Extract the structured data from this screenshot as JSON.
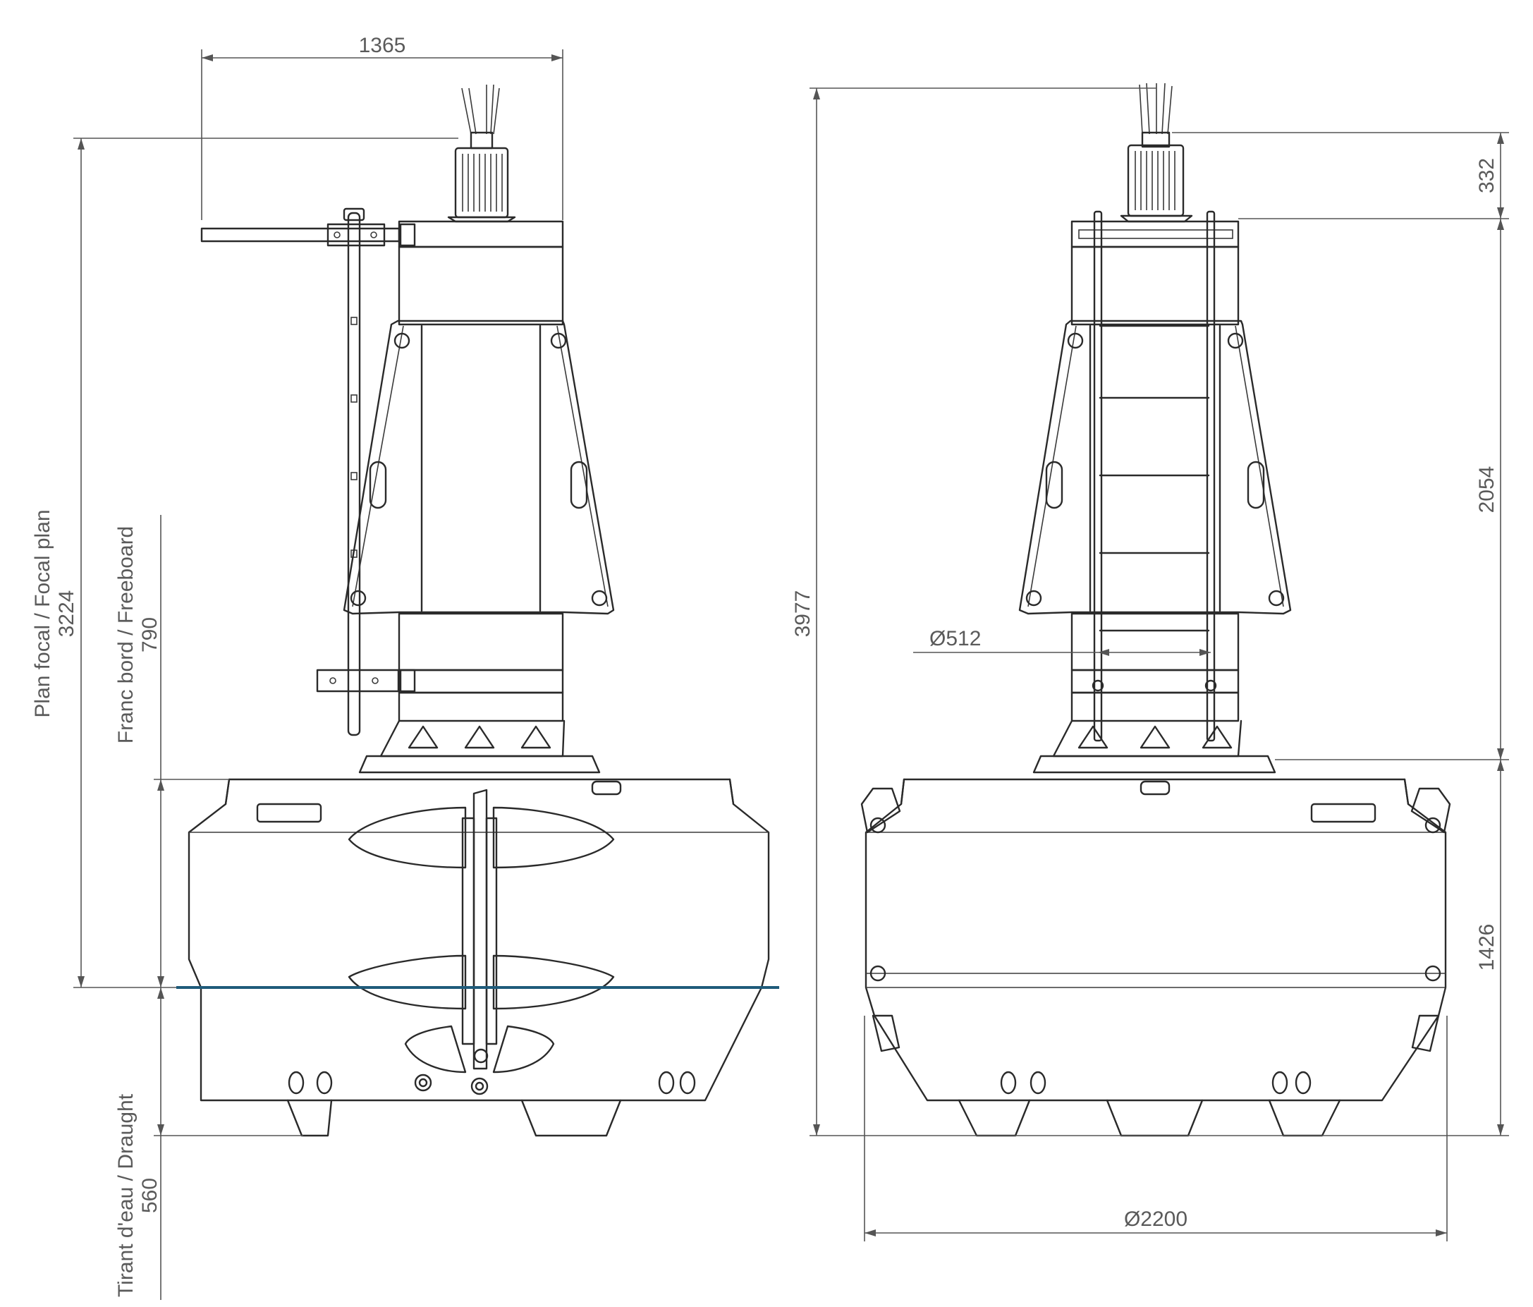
{
  "left_view": {
    "dim_width": "1365",
    "dim_focal_label": "Plan focal / Focal plan",
    "dim_focal_value": "3224",
    "dim_freeboard_label": "Franc bord / Freeboard",
    "dim_freeboard_value": "790",
    "dim_draught_label": "Tirant d'eau / Draught",
    "dim_draught_value": "560"
  },
  "right_view": {
    "dim_total_height": "3977",
    "dim_top": "332",
    "dim_tower": "2054",
    "dim_float": "1426",
    "dim_ladder_diameter": "Ø512",
    "dim_base_diameter": "Ø2200"
  },
  "colors": {
    "line": "#2a2a2a",
    "dimension": "#555555",
    "waterline": "#1f5b7a"
  }
}
